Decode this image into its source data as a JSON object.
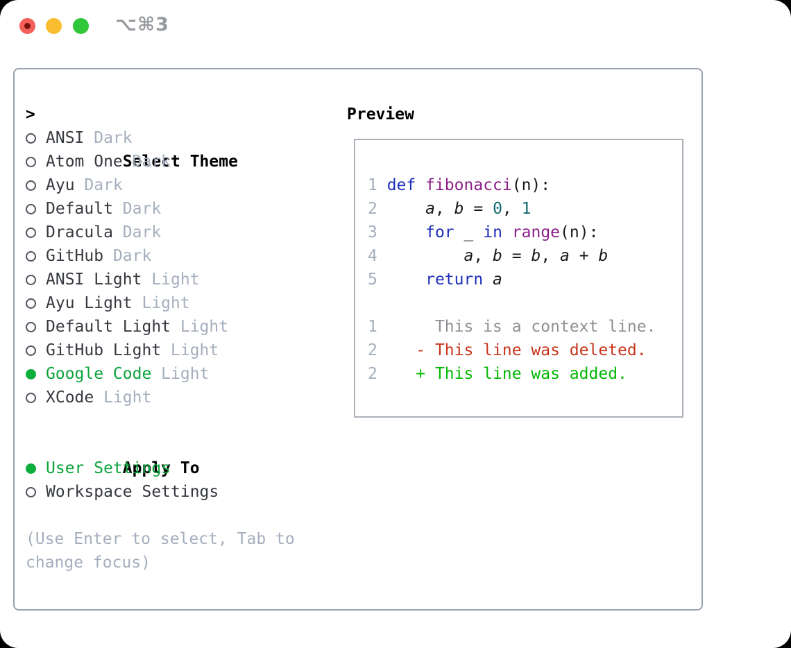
{
  "window": {
    "shortcut": "⌥⌘3",
    "traffic_lights": {
      "red": "#f4605a",
      "yellow": "#fabd2f",
      "green": "#30c73a"
    }
  },
  "theme_selector": {
    "header_marker": ">",
    "header_label": "Select Theme",
    "themes": [
      {
        "name": "ANSI",
        "variant": "Dark",
        "selected": false
      },
      {
        "name": "Atom One",
        "variant": "Dark",
        "selected": false
      },
      {
        "name": "Ayu",
        "variant": "Dark",
        "selected": false
      },
      {
        "name": "Default",
        "variant": "Dark",
        "selected": false
      },
      {
        "name": "Dracula",
        "variant": "Dark",
        "selected": false
      },
      {
        "name": "GitHub",
        "variant": "Dark",
        "selected": false
      },
      {
        "name": "ANSI Light",
        "variant": "Light",
        "selected": false
      },
      {
        "name": "Ayu Light",
        "variant": "Light",
        "selected": false
      },
      {
        "name": "Default Light",
        "variant": "Light",
        "selected": false
      },
      {
        "name": "GitHub Light",
        "variant": "Light",
        "selected": false
      },
      {
        "name": "Google Code",
        "variant": "Light",
        "selected": true
      },
      {
        "name": "XCode",
        "variant": "Light",
        "selected": false
      }
    ],
    "apply_to": {
      "label": "Apply To",
      "options": [
        {
          "name": "User Settings",
          "selected": true
        },
        {
          "name": "Workspace Settings",
          "selected": false
        }
      ]
    },
    "hint_lines": [
      "(Use Enter to select, Tab to",
      "change focus)"
    ]
  },
  "preview": {
    "title": "Preview",
    "lines": [
      {
        "kind": "code",
        "num": "1",
        "segments": [
          {
            "t": "def",
            "s": "kw"
          },
          {
            "t": " ",
            "s": "pl"
          },
          {
            "t": "fibonacci",
            "s": "fn"
          },
          {
            "t": "(n):",
            "s": "pl"
          }
        ]
      },
      {
        "kind": "code",
        "num": "2",
        "segments": [
          {
            "t": "    ",
            "s": "pl"
          },
          {
            "t": "a",
            "s": "var"
          },
          {
            "t": ", ",
            "s": "pl"
          },
          {
            "t": "b",
            "s": "var"
          },
          {
            "t": " = ",
            "s": "pl"
          },
          {
            "t": "0",
            "s": "num"
          },
          {
            "t": ", ",
            "s": "pl"
          },
          {
            "t": "1",
            "s": "num"
          }
        ]
      },
      {
        "kind": "code",
        "num": "3",
        "segments": [
          {
            "t": "    ",
            "s": "pl"
          },
          {
            "t": "for",
            "s": "kw"
          },
          {
            "t": " ",
            "s": "pl"
          },
          {
            "t": "_",
            "s": "var"
          },
          {
            "t": " ",
            "s": "pl"
          },
          {
            "t": "in",
            "s": "kw"
          },
          {
            "t": " ",
            "s": "pl"
          },
          {
            "t": "range",
            "s": "fn"
          },
          {
            "t": "(n):",
            "s": "pl"
          }
        ]
      },
      {
        "kind": "code",
        "num": "4",
        "segments": [
          {
            "t": "        ",
            "s": "pl"
          },
          {
            "t": "a",
            "s": "var"
          },
          {
            "t": ", ",
            "s": "pl"
          },
          {
            "t": "b",
            "s": "var"
          },
          {
            "t": " = ",
            "s": "pl"
          },
          {
            "t": "b",
            "s": "var"
          },
          {
            "t": ", ",
            "s": "pl"
          },
          {
            "t": "a",
            "s": "var"
          },
          {
            "t": " + ",
            "s": "pl"
          },
          {
            "t": "b",
            "s": "var"
          }
        ]
      },
      {
        "kind": "code",
        "num": "5",
        "segments": [
          {
            "t": "    ",
            "s": "pl"
          },
          {
            "t": "return",
            "s": "kw"
          },
          {
            "t": " ",
            "s": "pl"
          },
          {
            "t": "a",
            "s": "var"
          }
        ]
      },
      {
        "kind": "blank"
      },
      {
        "kind": "diff",
        "num": "1",
        "variant": "context",
        "text": "     This is a context line."
      },
      {
        "kind": "diff",
        "num": "2",
        "variant": "deleted",
        "text": "   - This line was deleted."
      },
      {
        "kind": "diff",
        "num": "2",
        "variant": "added",
        "text": "   + This line was added."
      }
    ]
  },
  "colors": {
    "selected_green": "#0da33c",
    "keyword_blue": "#1f2fb8",
    "function_purple": "#8b2089",
    "number_teal": "#116a6e",
    "diff_deleted_red": "#c6351c",
    "diff_added_green": "#03b803",
    "muted_gray": "#a5aebd",
    "panel_border": "#99a2ae"
  }
}
